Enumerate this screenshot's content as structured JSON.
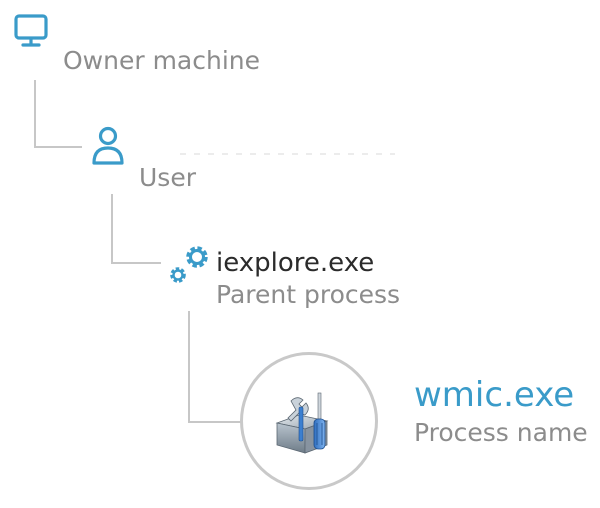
{
  "colors": {
    "accent": "#3a9bc9",
    "icon": "#3a9bc9",
    "muted_text": "#8c8c8c",
    "primary_text": "#2b2b2b",
    "connector": "#c7c7c7"
  },
  "tree": {
    "owner_machine": {
      "icon": "monitor-icon",
      "caption": "Owner machine"
    },
    "user": {
      "icon": "user-icon",
      "value": "",
      "caption": "User"
    },
    "parent_process": {
      "icon": "gears-icon",
      "value": "iexplore.exe",
      "caption": "Parent process"
    },
    "process": {
      "icon": "toolbox-icon",
      "value": "wmic.exe",
      "caption": "Process name"
    }
  }
}
